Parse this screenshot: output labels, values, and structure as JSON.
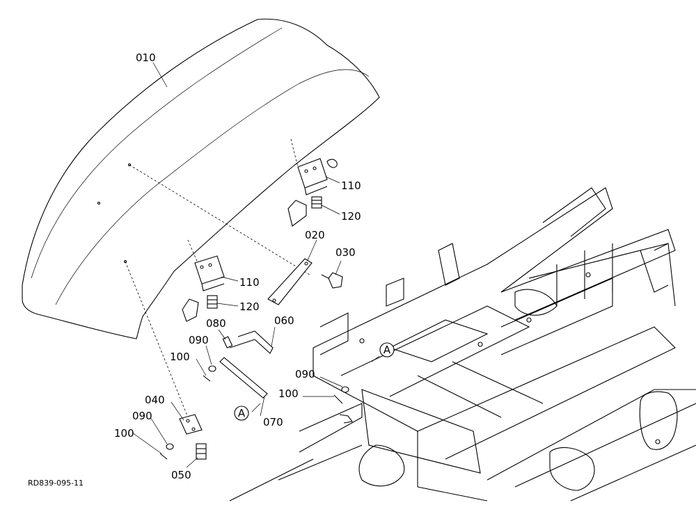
{
  "parts": {
    "p010": "010",
    "p020": "020",
    "p030": "030",
    "p040": "040",
    "p050": "050",
    "p060": "060",
    "p070": "070",
    "p080": "080",
    "p090a": "090",
    "p090b": "090",
    "p090c": "090",
    "p100a": "100",
    "p100b": "100",
    "p100c": "100",
    "p110a": "110",
    "p110b": "110",
    "p120a": "120",
    "p120b": "120"
  },
  "markers": {
    "a1": "A",
    "a2": "A"
  },
  "drawing_ref": "RD839-095-11"
}
